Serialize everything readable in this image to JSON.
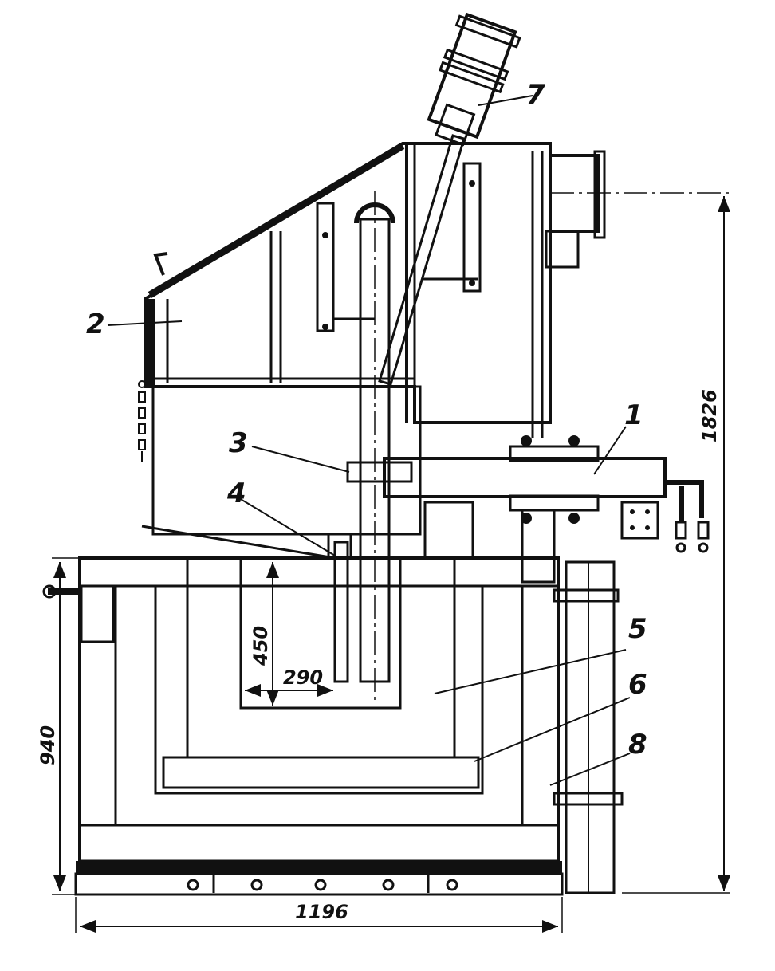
{
  "labels": {
    "part_1": "1",
    "part_2": "2",
    "part_3": "3",
    "part_4": "4",
    "part_5": "5",
    "part_6": "6",
    "part_7": "7",
    "part_8": "8"
  },
  "dimensions": {
    "total_height": "1826",
    "bath_height": "940",
    "bath_width": "1196",
    "crucible_depth": "450",
    "crucible_width": "290"
  }
}
